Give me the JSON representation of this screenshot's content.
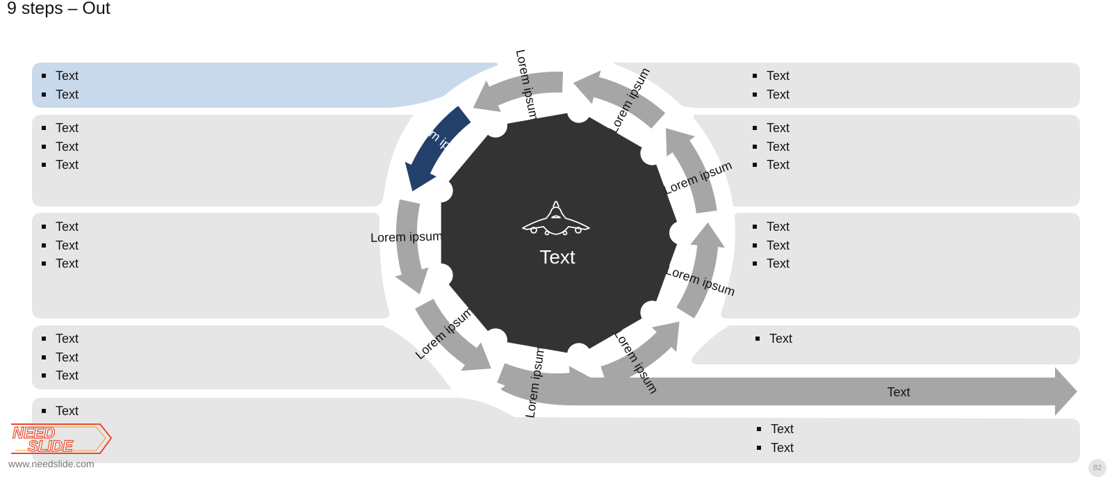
{
  "title": "9 steps – Out",
  "center": {
    "label": "Text",
    "icon": "airplane-icon"
  },
  "steps": [
    {
      "label": "Lorem ipsum",
      "highlighted": true
    },
    {
      "label": "Lorem ipsum"
    },
    {
      "label": "Lorem ipsum"
    },
    {
      "label": "Lorem ipsum"
    },
    {
      "label": "Lorem ipsum"
    },
    {
      "label": "Lorem ipsum"
    },
    {
      "label": "Lorem ipsum"
    },
    {
      "label": "Lorem ipsum"
    },
    {
      "label": "Lorem ipsum"
    }
  ],
  "exit_arrow": {
    "label": "Text"
  },
  "left_panels": [
    {
      "bullets": [
        "Text",
        "Text"
      ],
      "highlighted": true
    },
    {
      "bullets": [
        "Text",
        "Text",
        "Text"
      ]
    },
    {
      "bullets": [
        "Text",
        "Text",
        "Text"
      ]
    },
    {
      "bullets": [
        "Text",
        "Text",
        "Text"
      ]
    },
    {
      "bullets": [
        "Text"
      ]
    }
  ],
  "right_panels": [
    {
      "bullets": [
        "Text",
        "Text"
      ]
    },
    {
      "bullets": [
        "Text",
        "Text",
        "Text"
      ]
    },
    {
      "bullets": [
        "Text",
        "Text",
        "Text"
      ]
    },
    {
      "bullets": [
        "Text"
      ]
    },
    {
      "bullets": [
        "Text",
        "Text"
      ]
    }
  ],
  "colors": {
    "panel": "#e6e6e6",
    "panel_highlight": "#c9d9ec",
    "arrow": "#a6a6a6",
    "arrow_highlight": "#23406b",
    "center": "#333333"
  },
  "brand": {
    "logo_line1": "NEED",
    "logo_line2": "SLIDE",
    "url": "www.needslide.com"
  },
  "page_number": "82"
}
